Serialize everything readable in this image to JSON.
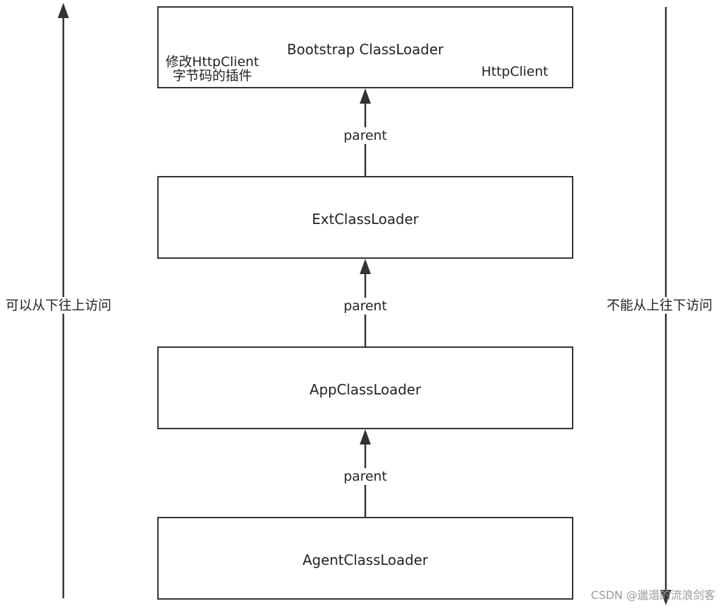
{
  "boxes": {
    "bootstrap": {
      "title": "Bootstrap ClassLoader",
      "note_left_line1": "修改HttpClient",
      "note_left_line2": "字节码的插件",
      "note_right": "HttpClient"
    },
    "ext": {
      "title": "ExtClassLoader"
    },
    "app": {
      "title": "AppClassLoader"
    },
    "agent": {
      "title": "AgentClassLoader"
    }
  },
  "edges": {
    "ext_to_bootstrap": "parent",
    "app_to_ext": "parent",
    "agent_to_app": "parent"
  },
  "side_arrows": {
    "left": "可以从下往上访问",
    "right": "不能从上往下访问"
  },
  "watermark": "CSDN @邋遢的流浪剑客",
  "colors": {
    "line": "#333333",
    "text": "#222222",
    "watermark": "#9a9a9a"
  }
}
